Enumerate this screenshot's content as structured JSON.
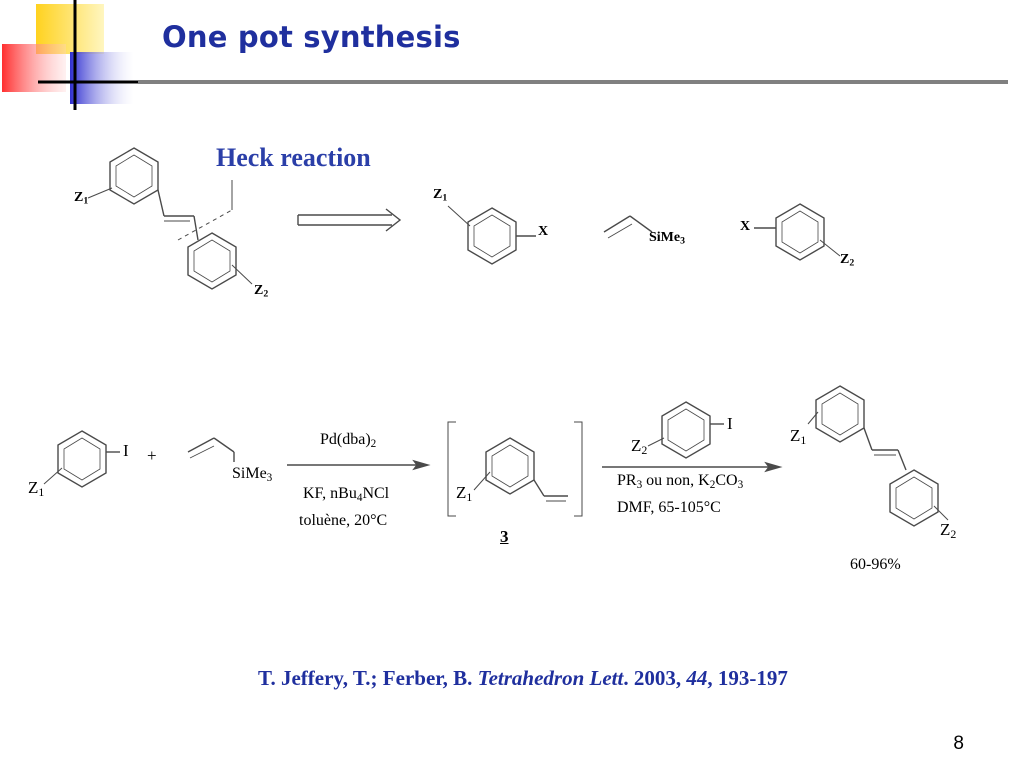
{
  "slide": {
    "title": "One pot synthesis",
    "heck_label": "Heck reaction",
    "page_number": "8"
  },
  "retrosynthesis": {
    "target_z1": "Z",
    "target_z1_sub": "1",
    "target_z2": "Z",
    "target_z2_sub": "2",
    "fragA_z": "Z",
    "fragA_z_sub": "1",
    "fragA_x": "X",
    "vinylsilane_label": "SiMe",
    "vinylsilane_sub": "3",
    "fragC_x": "X",
    "fragC_z": "Z",
    "fragC_z_sub": "2"
  },
  "forward_scheme": {
    "sm_i": "I",
    "sm_z": "Z",
    "sm_z_sub": "1",
    "plus": "+",
    "silane": "SiMe",
    "silane_sub": "3",
    "step1_above_main": "Pd(dba)",
    "step1_above_sub": "2",
    "step1_below_line1_a": "KF, nBu",
    "step1_below_line1_sub": "4",
    "step1_below_line1_b": "NCl",
    "step1_below_line2": "toluène, 20°C",
    "intermediate_z": "Z",
    "intermediate_z_sub": "1",
    "intermediate_number": "3",
    "reagent2_i": "I",
    "reagent2_z": "Z",
    "reagent2_z_sub": "2",
    "step2_line1_a": "PR",
    "step2_line1_sub1": "3",
    "step2_line1_b": " ou non, K",
    "step2_line1_sub2": "2",
    "step2_line1_c": "CO",
    "step2_line1_sub3": "3",
    "step2_line2": "DMF, 65-105°C",
    "product_z1": "Z",
    "product_z1_sub": "1",
    "product_z2": "Z",
    "product_z2_sub": "2",
    "yield": "60-96%"
  },
  "citation": {
    "authors": "T. Jeffery, T.; Ferber, B. ",
    "journal": "Tetrahedron Lett",
    "year": ". 2003, ",
    "volume": "44",
    "pages": ", 193-197"
  },
  "colors": {
    "title": "#1f2f9e",
    "accent_yellow": "#ffd21f",
    "accent_red": "#ff3b3b",
    "accent_blue": "#3a3ad6",
    "rule": "#808080"
  }
}
